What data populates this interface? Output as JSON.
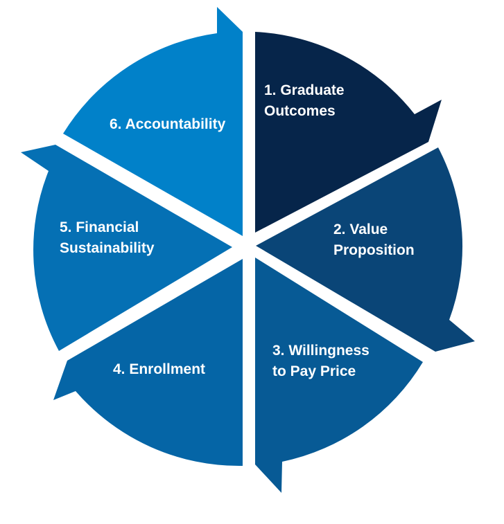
{
  "diagram": {
    "segments": [
      {
        "number": "1",
        "lines": [
          "1. Graduate",
          "Outcomes"
        ],
        "color": "#06254a"
      },
      {
        "number": "2",
        "lines": [
          "2. Value",
          "Proposition"
        ],
        "color": "#0a4577"
      },
      {
        "number": "3",
        "lines": [
          "3. Willingness",
          "to Pay Price"
        ],
        "color": "#075a95"
      },
      {
        "number": "4",
        "lines": [
          "4. Enrollment"
        ],
        "color": "#0565a6"
      },
      {
        "number": "5",
        "lines": [
          "5. Financial",
          "Sustainability"
        ],
        "color": "#0570b4"
      },
      {
        "number": "6",
        "lines": [
          "6. Accountability"
        ],
        "color": "#0181c9"
      }
    ]
  }
}
